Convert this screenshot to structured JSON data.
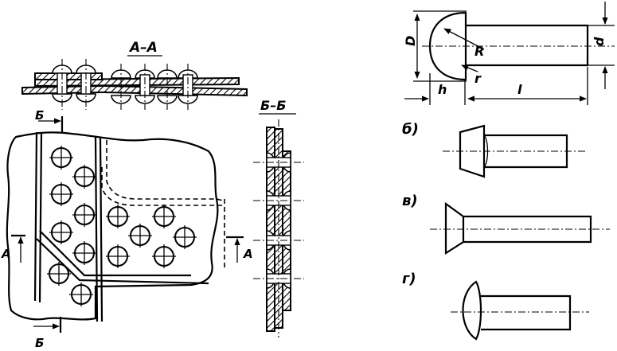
{
  "labels": {
    "section_aa": "А–А",
    "section_bb": "Б–Б",
    "cut_b": "Б",
    "cut_a": "А",
    "dim_D": "D",
    "dim_d": "d",
    "dim_h": "h",
    "dim_l": "l",
    "dim_R": "R",
    "dim_r": "r",
    "fig_b": "б)",
    "fig_v": "в)",
    "fig_g": "г)"
  }
}
